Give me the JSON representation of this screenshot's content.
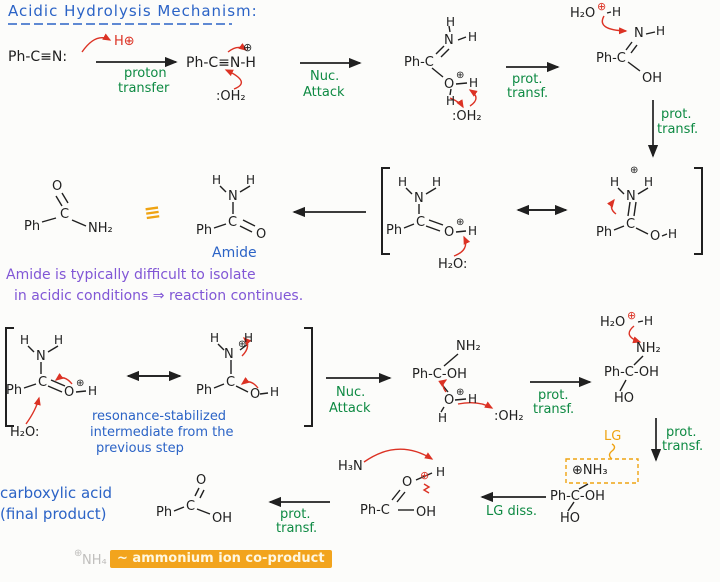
{
  "colors": {
    "ink": "#202020",
    "blue": "#2b63c6",
    "green": "#0e8a43",
    "red": "#dc3224",
    "purple": "#8157d6",
    "orange": "#efa312",
    "gray": "#c0bfbd"
  },
  "title": "Acidic Hydrolysis Mechanism:",
  "labels": {
    "proton": "proton",
    "transfer": "transfer",
    "nuc": "Nuc.",
    "attack": "Attack",
    "prot": "prot.",
    "transf": "transf.",
    "lg_diss": "LG diss."
  },
  "chem": {
    "ph_c_n": "Ph-C≡N:",
    "h_plus": "H⊕",
    "nitrilium": "Ph-C≡N-H",
    "plus": "⊕",
    "water_front": ":OH₂",
    "water_back": "H₂O:",
    "h2o": "H₂O",
    "h": "H",
    "n": "N",
    "o": "O",
    "c": "C",
    "ph": "Ph",
    "ph_c": "Ph-C",
    "oh": "OH",
    "ho": "HO",
    "nh2": "NH₂",
    "nh3_plus": "⊕NH₃",
    "h3n": "H₃N",
    "ph_c_oh": "Ph-C-OH"
  },
  "blue_notes": {
    "amide": "Amide",
    "res1": "resonance-stabilized",
    "res2": "intermediate from the",
    "res3": "previous step",
    "acid1": "carboxylic acid",
    "acid2": "(final product)"
  },
  "purple_notes": {
    "line1": "Amide is typically difficult to isolate",
    "line2": "in acidic conditions ⇒ reaction continues."
  },
  "orange_notes": {
    "equiv": "≡",
    "lg": "LG",
    "coproduct": "~ ammonium ion co-product"
  },
  "gray_notes": {
    "plus": "⊕",
    "nh4": "NH₄"
  }
}
